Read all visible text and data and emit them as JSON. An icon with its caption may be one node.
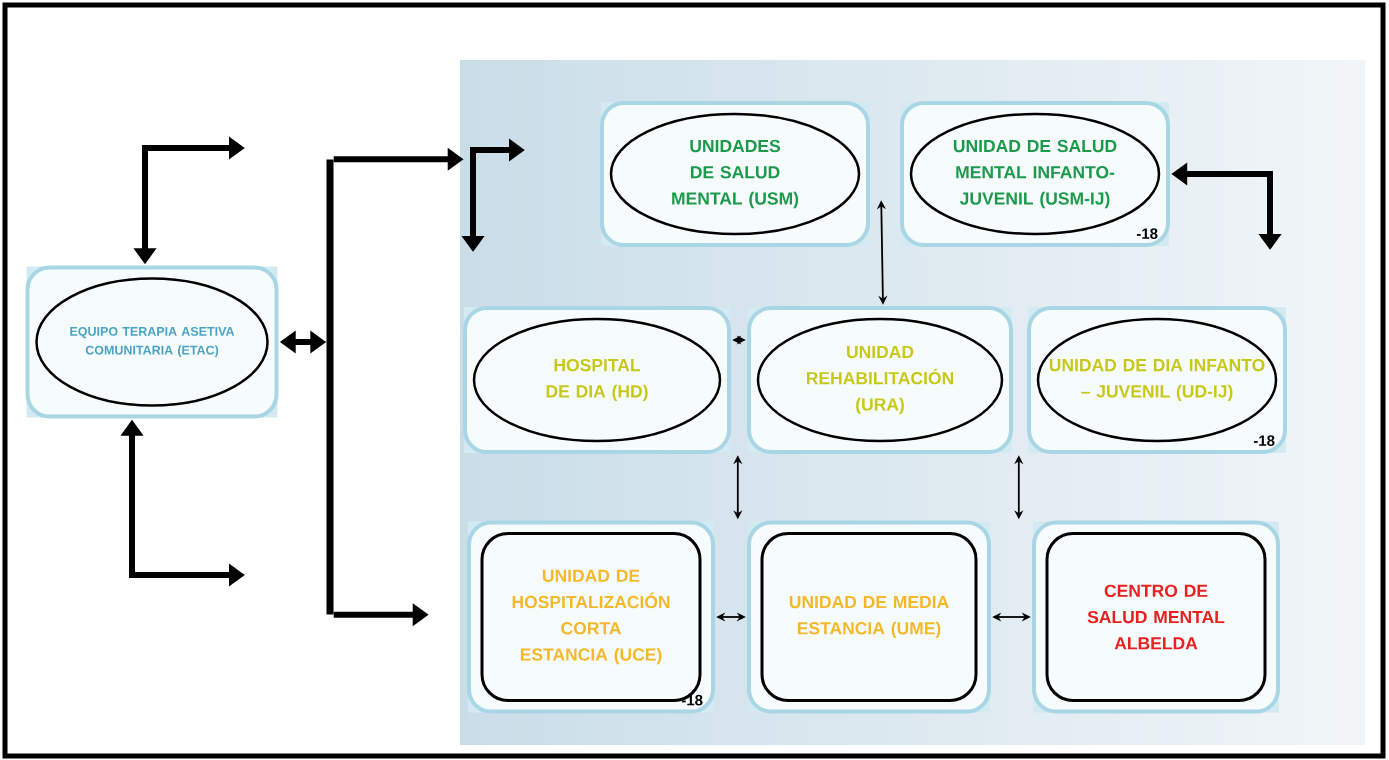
{
  "diagram": {
    "nodes": [
      {
        "text": [
          "EQUIPO TERAPIA ASETIVA COMUNITARIA (ETAC)"
        ]
      },
      {
        "text": [
          "UNIDADES DE SALUD MENTAL (USM)"
        ]
      },
      {
        "text": [
          "UNIDAD DE SALUD MENTAL INFANTO-JUVENIL (USM-IJ)",
          "-18"
        ]
      },
      {
        "text": [
          "HOSPITAL DE DIA (HD)"
        ]
      },
      {
        "text": [
          "UNIDAD REHABILITACIÓN (URA)"
        ]
      },
      {
        "text": [
          "UNIDAD DE DIA INFANTO – JUVENIL (UD-IJ)",
          "-18"
        ]
      },
      {
        "text": [
          "UNIDAD DE HOSPITALIZACIÓN CORTA ESTANCIA (UCE)",
          "-18"
        ]
      },
      {
        "text": [
          "UNIDAD DE MEDIA ESTANCIA (UME)"
        ]
      },
      {
        "text": [
          "CENTRO DE SALUD MENTAL ALBELDA"
        ]
      },
      {
        "text": [],
        "shape": "bar"
      }
    ],
    "edges": [
      {
        "from": 0,
        "to": null,
        "arrow": "both",
        "style": "thick"
      },
      {
        "from": 0,
        "to": null,
        "arrow": "both",
        "style": "thick"
      },
      {
        "from": 0,
        "to": 9,
        "arrow": "both",
        "style": "thick"
      },
      {
        "from": 9,
        "to": null,
        "arrow": "to",
        "style": "thick"
      },
      {
        "from": 9,
        "to": null,
        "arrow": "to",
        "style": "thick"
      },
      {
        "from": null,
        "to": 2,
        "arrow": "both",
        "style": "thick"
      },
      {
        "from": 1,
        "to": 4,
        "arrow": "both"
      },
      {
        "from": 3,
        "to": 4,
        "arrow": "both"
      },
      {
        "from": 4,
        "to": 7,
        "arrow": "both"
      },
      {
        "from": 5,
        "to": 8,
        "arrow": "both"
      },
      {
        "from": 6,
        "to": 7,
        "arrow": "both"
      },
      {
        "from": 7,
        "to": 8,
        "arrow": "both"
      }
    ]
  }
}
